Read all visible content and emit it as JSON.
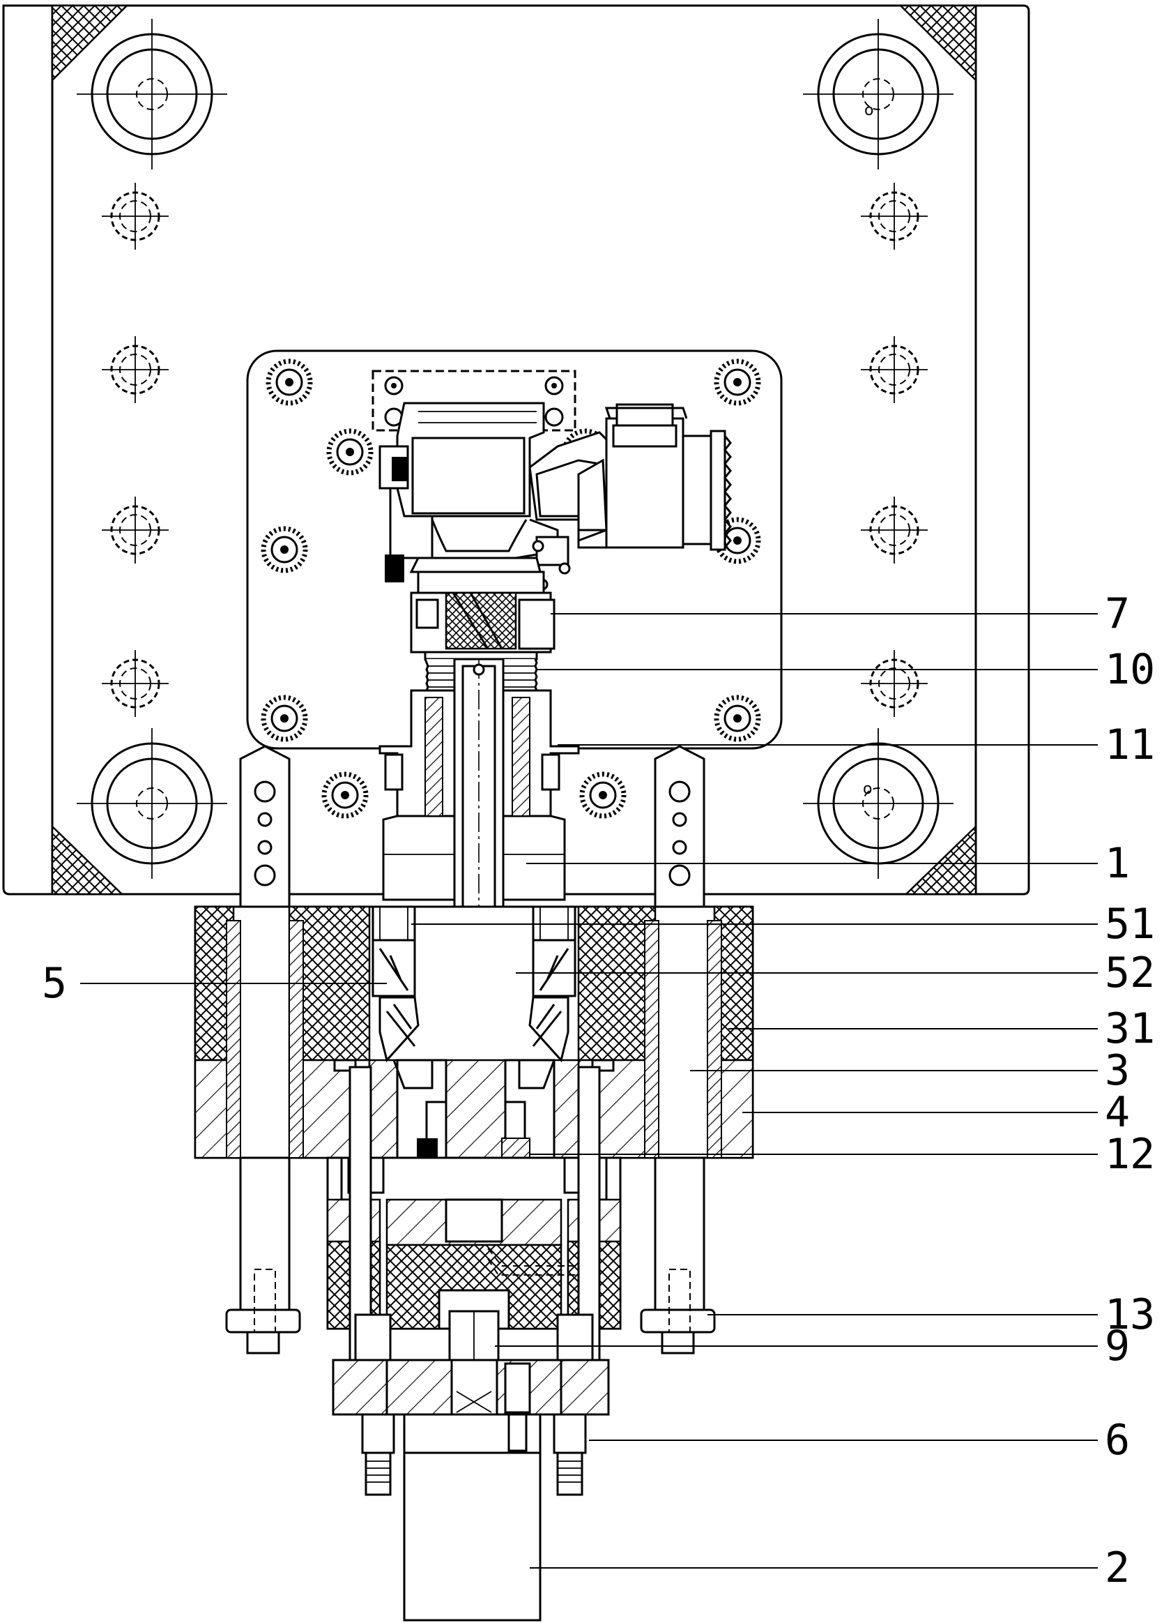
{
  "figure": {
    "callouts": [
      {
        "id": "7",
        "text": "7"
      },
      {
        "id": "10",
        "text": "10"
      },
      {
        "id": "11",
        "text": "11"
      },
      {
        "id": "1",
        "text": "1"
      },
      {
        "id": "51",
        "text": "51"
      },
      {
        "id": "52",
        "text": "52"
      },
      {
        "id": "5",
        "text": "5"
      },
      {
        "id": "31",
        "text": "31"
      },
      {
        "id": "3",
        "text": "3"
      },
      {
        "id": "4",
        "text": "4"
      },
      {
        "id": "12",
        "text": "12"
      },
      {
        "id": "13",
        "text": "13"
      },
      {
        "id": "9",
        "text": "9"
      },
      {
        "id": "6",
        "text": "6"
      },
      {
        "id": "2",
        "text": "2"
      }
    ]
  }
}
